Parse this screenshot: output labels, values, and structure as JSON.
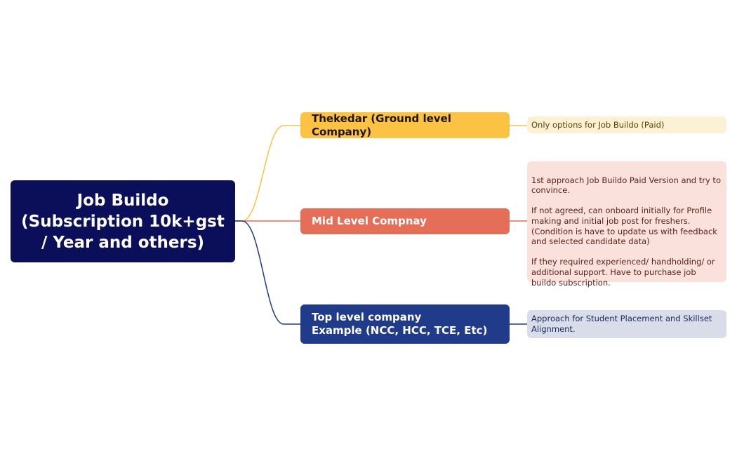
{
  "diagram": {
    "root": {
      "label": "Job Buildo\n(Subscription 10k+gst\n/ Year and others)"
    },
    "branches": [
      {
        "label": "Thekedar (Ground level Company)",
        "color": "#fcc243",
        "note": "Only options for Job Buildo (Paid)"
      },
      {
        "label": "Mid Level Compnay",
        "color": "#e46e57",
        "note": "1st approach Job Buildo Paid Version and try to convince.\n\nIf not agreed, can onboard initially for Profile making and initial job post for freshers. (Condition is have to update us with feedback and selected candidate data)\n\nIf they required experienced/ handholding/ or additional support. Have to purchase job buildo subscription."
      },
      {
        "label": "Top level company\nExample (NCC, HCC, TCE, Etc)",
        "color": "#1f3b8a",
        "note": "Approach for Student Placement and Skillset Alignment."
      }
    ]
  }
}
